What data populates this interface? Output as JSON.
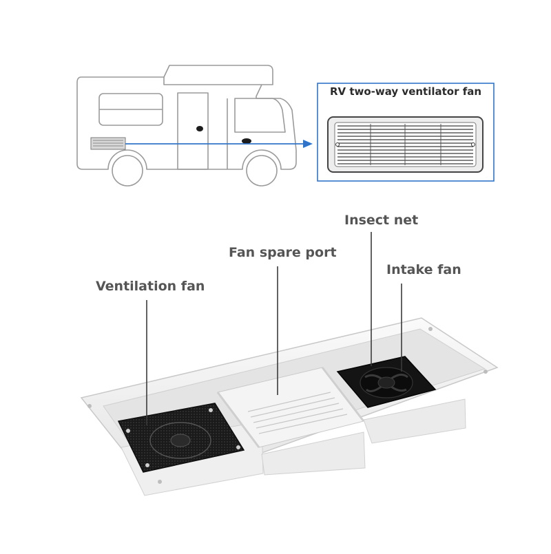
{
  "callout": {
    "title": "RV two-way ventilator fan"
  },
  "labels": {
    "insect_net": "Insect net",
    "fan_spare_port": "Fan spare port",
    "intake_fan": "Intake fan",
    "ventilation_fan": "Ventilation fan"
  },
  "colors": {
    "arrow": "#2f74c8",
    "callout_border": "#2f74c8",
    "outline": "#9a9a9a",
    "label_text": "#555555",
    "housing": "#f1f1f1",
    "fan_black": "#141414"
  }
}
